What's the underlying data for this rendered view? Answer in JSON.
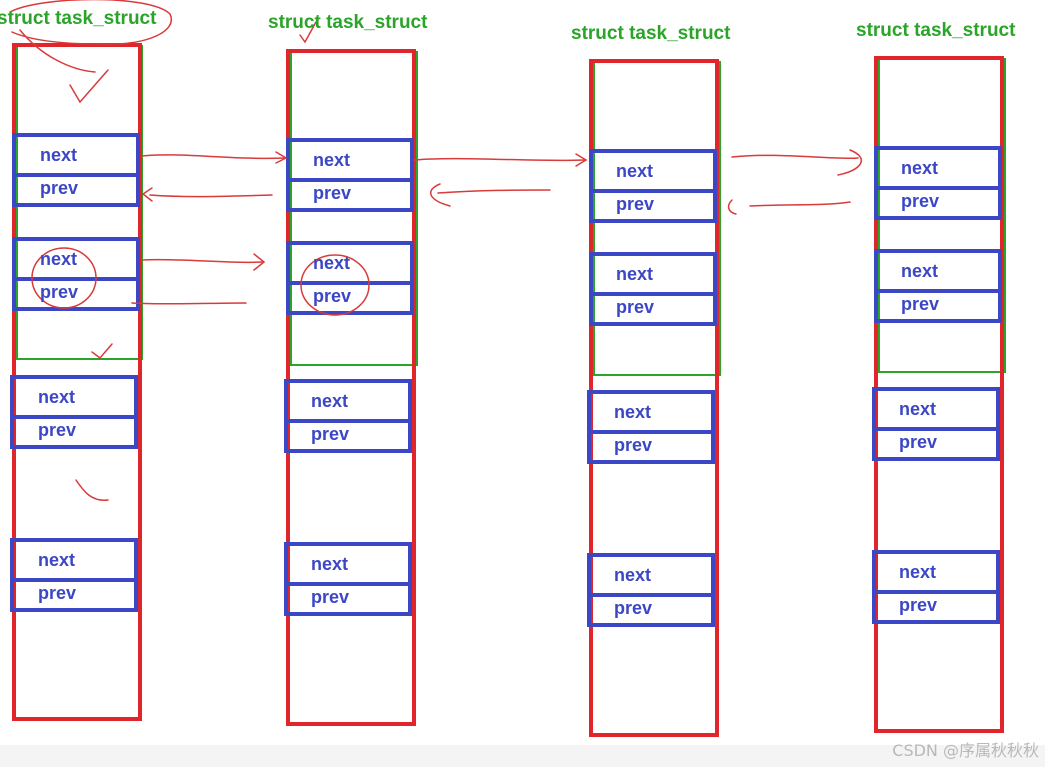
{
  "structs": [
    {
      "title": "struct task_struct",
      "nodes": [
        {
          "next": "next",
          "prev": "prev"
        },
        {
          "next": "next",
          "prev": "prev"
        },
        {
          "next": "next",
          "prev": "prev"
        },
        {
          "next": "next",
          "prev": "prev"
        }
      ]
    },
    {
      "title": "struct task_struct",
      "nodes": [
        {
          "next": "next",
          "prev": "prev"
        },
        {
          "next": "next",
          "prev": "prev"
        },
        {
          "next": "next",
          "prev": "prev"
        },
        {
          "next": "next",
          "prev": "prev"
        }
      ]
    },
    {
      "title": "struct task_struct",
      "nodes": [
        {
          "next": "next",
          "prev": "prev"
        },
        {
          "next": "next",
          "prev": "prev"
        },
        {
          "next": "next",
          "prev": "prev"
        },
        {
          "next": "next",
          "prev": "prev"
        }
      ]
    },
    {
      "title": "struct task_struct",
      "nodes": [
        {
          "next": "next",
          "prev": "prev"
        },
        {
          "next": "next",
          "prev": "prev"
        },
        {
          "next": "next",
          "prev": "prev"
        },
        {
          "next": "next",
          "prev": "prev"
        }
      ]
    }
  ],
  "watermark": "CSDN @序属秋秋秋",
  "colors": {
    "struct_border": "#e0262b",
    "node_border": "#3b47c4",
    "title": "#2aa52a",
    "annotation": "#d93a3a"
  }
}
